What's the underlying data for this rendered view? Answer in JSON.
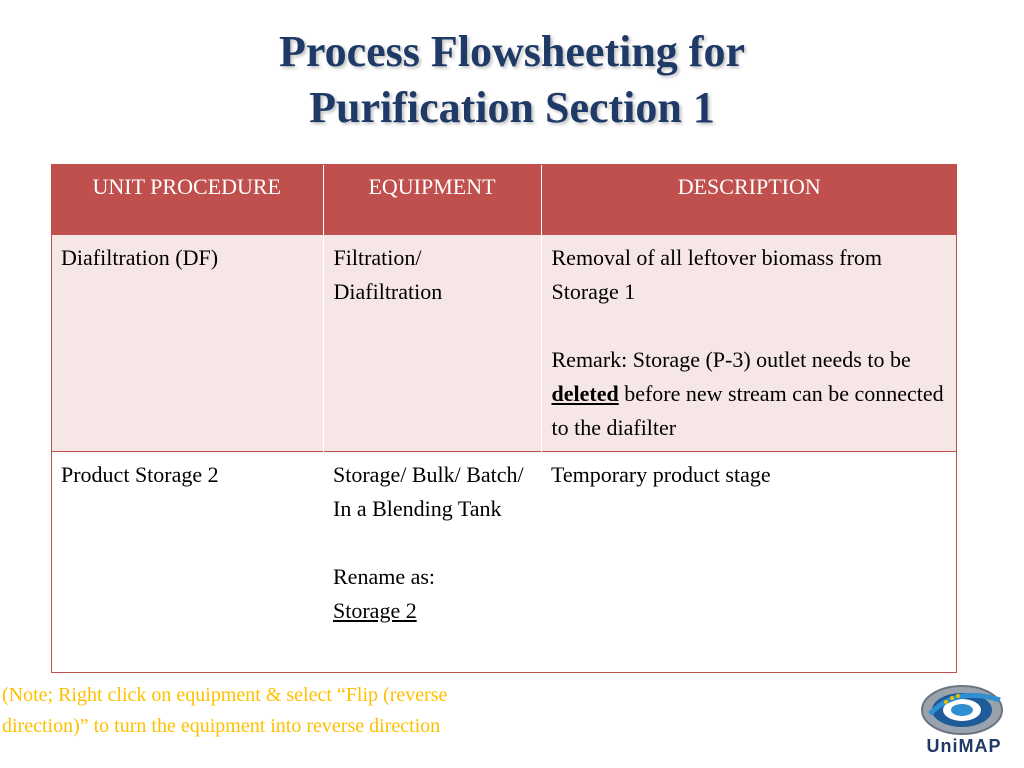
{
  "slide": {
    "title_line1": "Process Flowsheeting for",
    "title_line2": "Purification Section  1"
  },
  "table": {
    "headers": [
      "UNIT PROCEDURE",
      "EQUIPMENT",
      "DESCRIPTION"
    ],
    "rows": [
      {
        "unit_procedure": "Diafiltration (DF)",
        "equipment": "Filtration/ Diafiltration",
        "description_line1": "Removal of all leftover biomass from Storage 1",
        "description_remark_before": "Remark: Storage (P-3) outlet needs to be ",
        "description_remark_emph": "deleted",
        "description_remark_after": " before new stream can be connected to the diafilter"
      },
      {
        "unit_procedure": "Product Storage 2",
        "equipment": "Storage/ Bulk/ Batch/ In a Blending Tank",
        "equipment_rename_label": "Rename as:",
        "equipment_rename_value": "Storage 2",
        "description_line1": "Temporary product stage"
      }
    ]
  },
  "note": "(Note; Right click on equipment & select “Flip (reverse direction)” to turn the equipment into reverse direction",
  "logo": {
    "text": "UniMAP",
    "icon": "unimap-logo-icon"
  },
  "colors": {
    "title": "#1f3a66",
    "header_bg": "#c0504d",
    "row_alt_bg": "#f7e6e6",
    "note": "#ffc000"
  }
}
